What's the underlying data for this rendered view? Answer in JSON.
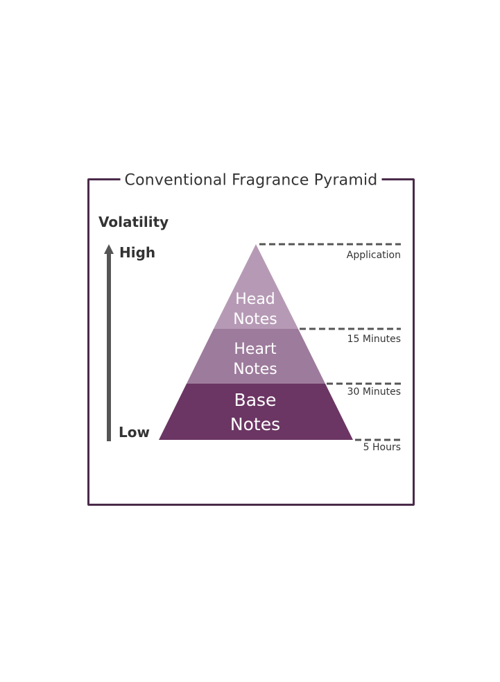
{
  "title": "Conventional Fragrance Pyramid",
  "axis": {
    "label": "Volatility",
    "high": "High",
    "low": "Low"
  },
  "layers": [
    {
      "line1": "Head",
      "line2": "Notes",
      "color": "#b69ab5"
    },
    {
      "line1": "Heart",
      "line2": "Notes",
      "color": "#9d7b9c"
    },
    {
      "line1": "Base",
      "line2": "Notes",
      "color": "#6b3663"
    }
  ],
  "milestones": [
    "Application",
    "15 Minutes",
    "30 Minutes",
    "5 Hours"
  ],
  "colors": {
    "frame": "#4a2a4a",
    "arrow": "#555555",
    "dash": "#555555",
    "text": "#333333"
  }
}
